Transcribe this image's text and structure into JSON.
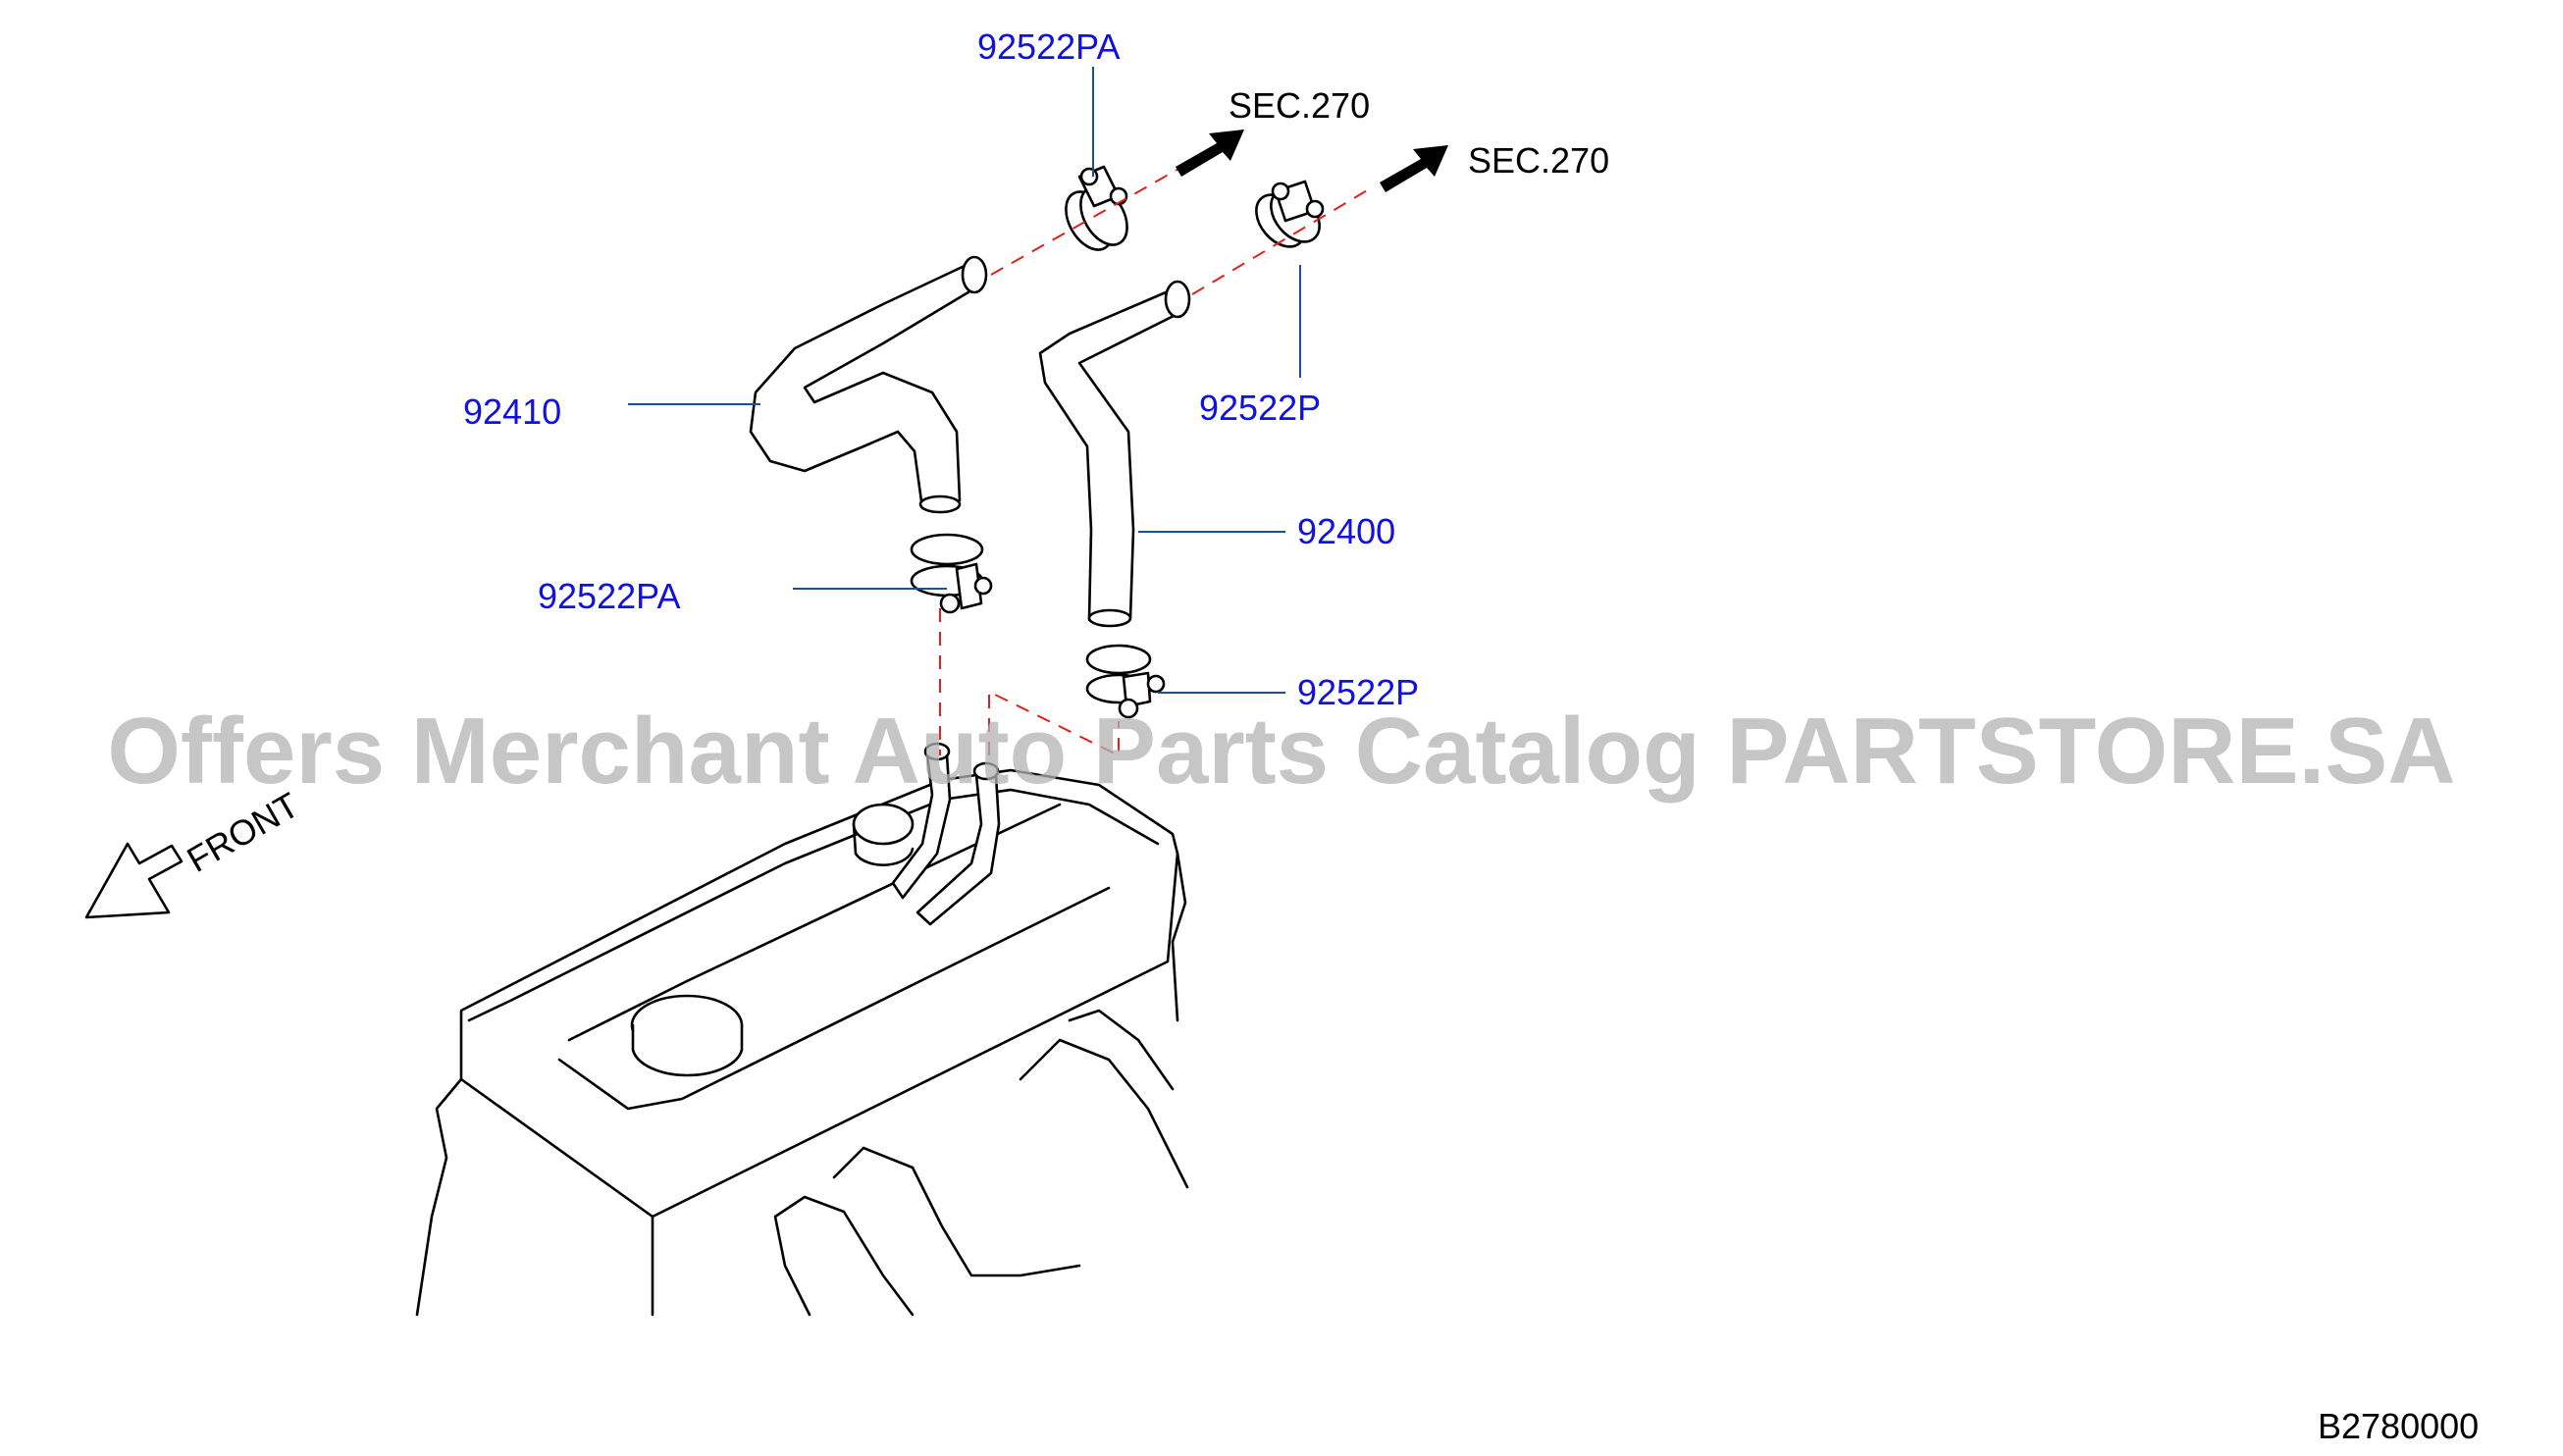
{
  "labels": {
    "clamp_top": "92522PA",
    "sec_left": "SEC.270",
    "sec_right": "SEC.270",
    "hose_upper": "92410",
    "clamp_right_upper": "92522P",
    "hose_right": "92400",
    "clamp_left_lower": "92522PA",
    "clamp_right_lower": "92522P",
    "front": "FRONT",
    "diagram_code": "B2780000"
  },
  "watermark": "Offers Merchant Auto Parts Catalog PARTSTORE.SA",
  "colors": {
    "part_number": "#1010e0",
    "leader_line": "#1a4fa0",
    "dashed_line": "#e0201c",
    "linework": "#000000",
    "watermark": "#b3b3b3"
  }
}
